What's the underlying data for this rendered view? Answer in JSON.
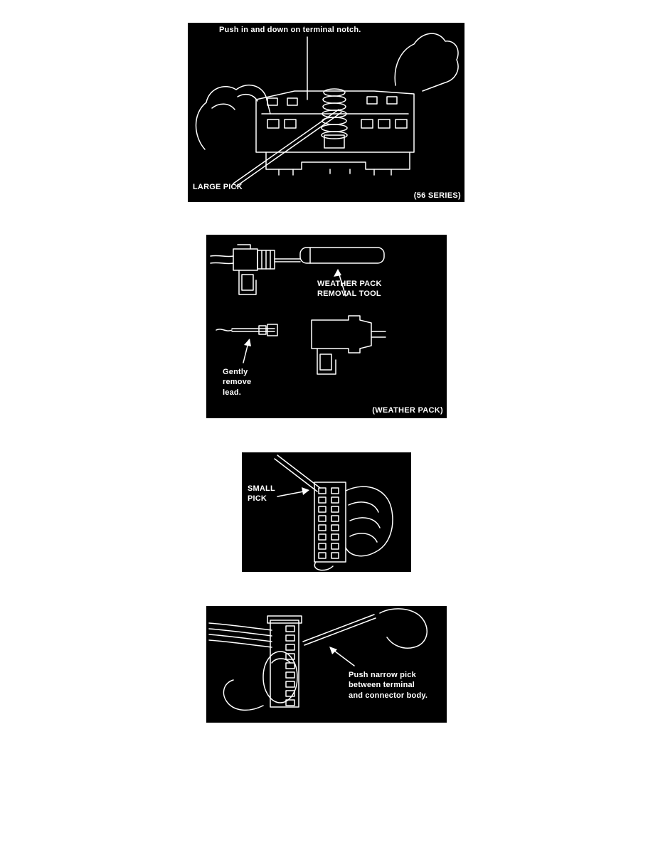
{
  "page": {
    "bg": "#ffffff",
    "panel_bg": "#000000",
    "line_color": "#ffffff"
  },
  "panels": [
    {
      "name": "56-series-terminal-removal",
      "labels": {
        "instruction": "Push in and down on terminal notch.",
        "tool": "LARGE PICK",
        "caption": "(56 SERIES)"
      }
    },
    {
      "name": "weather-pack-terminal-removal",
      "labels": {
        "tool": "WEATHER PACK\nREMOVAL TOOL",
        "instruction": "Gently\nremove\nlead.",
        "caption": "(WEATHER PACK)"
      }
    },
    {
      "name": "small-pick-terminal-removal",
      "labels": {
        "tool": "SMALL\nPICK"
      }
    },
    {
      "name": "narrow-pick-terminal-removal",
      "labels": {
        "instruction": "Push narrow pick\nbetween terminal\nand connector body."
      }
    }
  ]
}
